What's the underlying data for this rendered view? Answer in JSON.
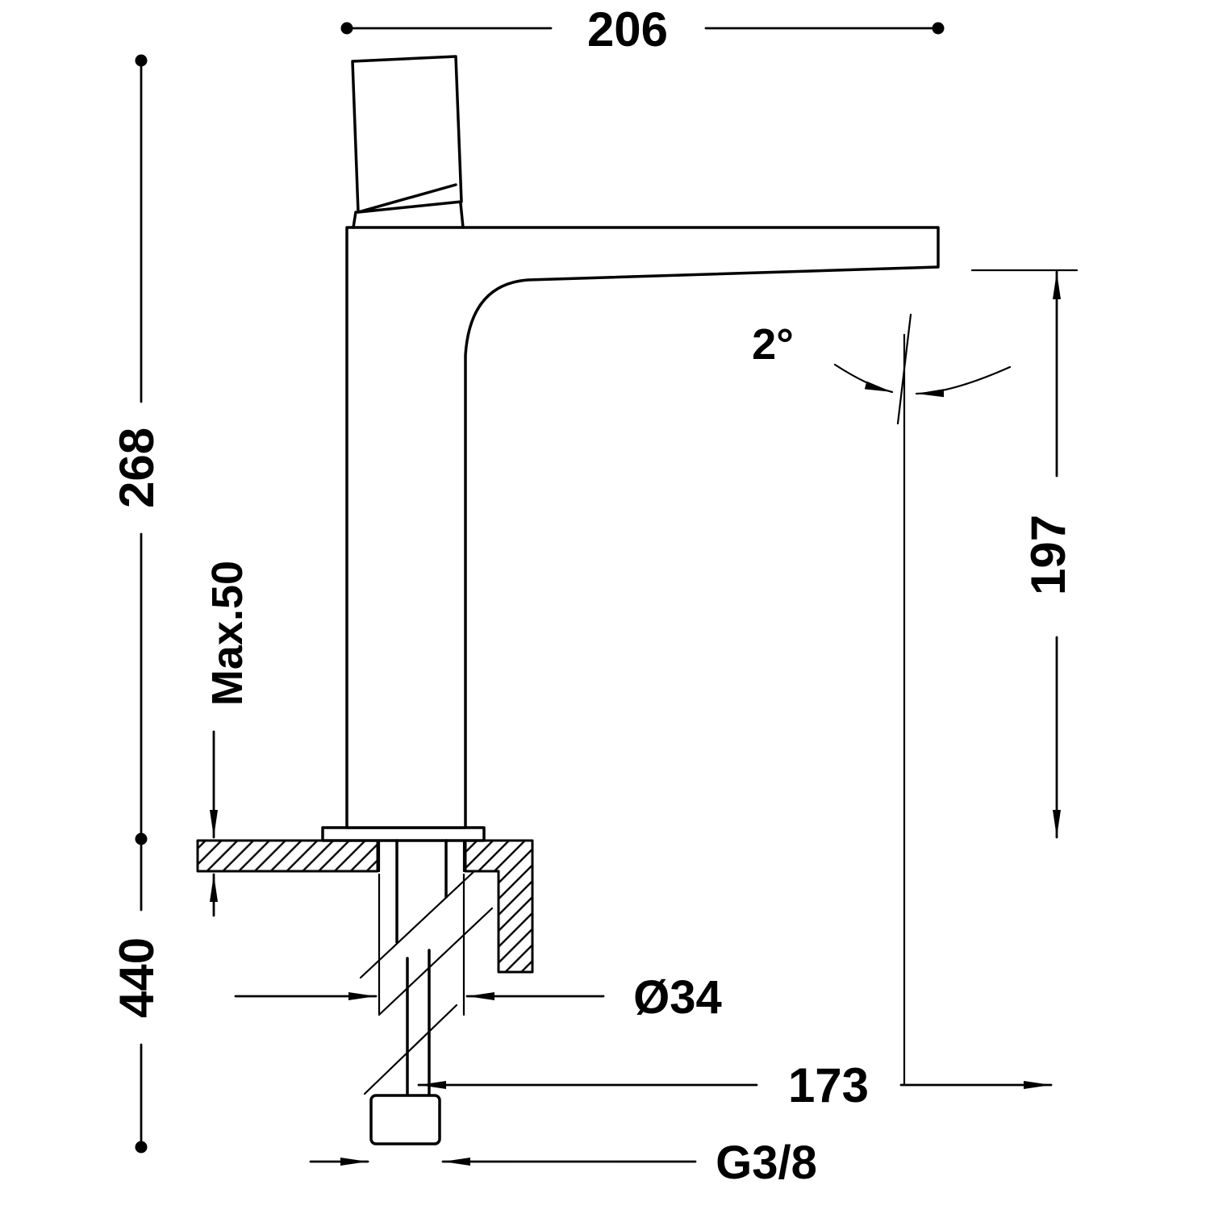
{
  "labels": {
    "width_top": "206",
    "height_above_counter": "268",
    "counter_max_thickness": "Max.50",
    "total_height": "440",
    "spout_height": "197",
    "spout_angle": "2°",
    "hole_diameter": "Ø34",
    "spout_reach": "173",
    "connection_thread": "G3/8"
  },
  "colors": {
    "line": "#000000",
    "background": "#ffffff"
  }
}
